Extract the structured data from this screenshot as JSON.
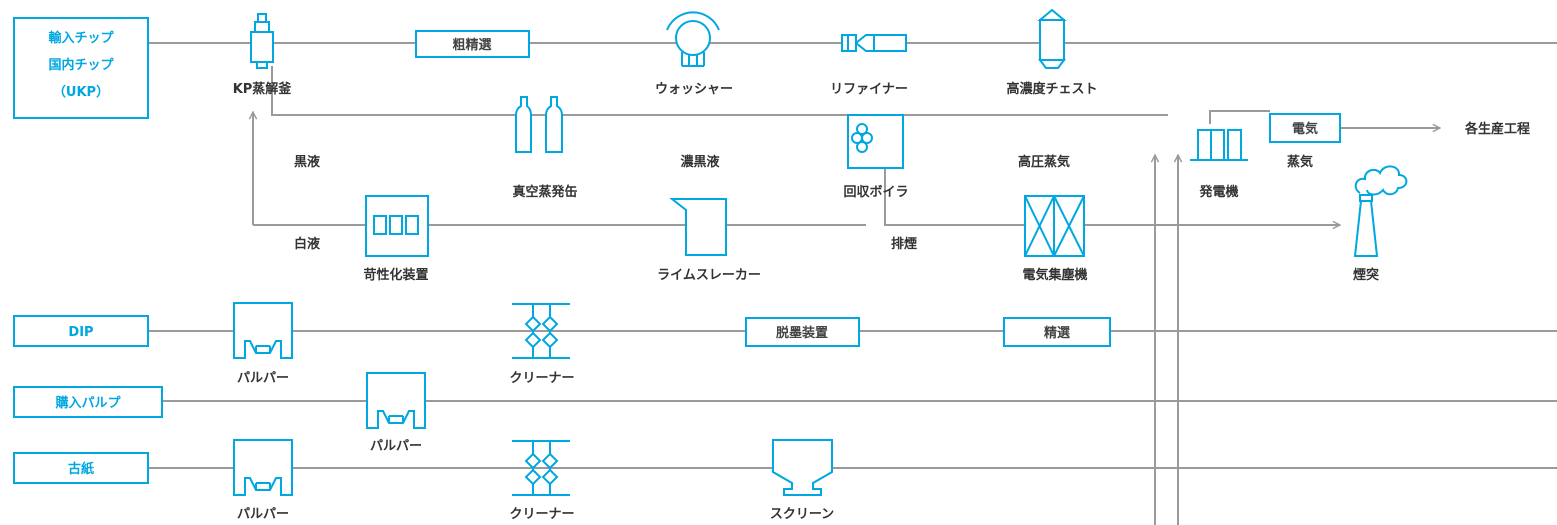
{
  "sources": {
    "kp_line1": "輸入チップ",
    "kp_line2": "国内チップ",
    "kp_line3": "（UKP）",
    "dip": "DIP",
    "purchased_pulp": "購入パルプ",
    "waste_paper": "古紙"
  },
  "equipment": {
    "kp_digester": "KP蒸解釜",
    "coarse_screening": "粗精選",
    "washer": "ウォッシャー",
    "refiner": "リファイナー",
    "hd_chest": "高濃度チェスト",
    "vacuum_evaporator": "真空蒸発缶",
    "recovery_boiler": "回収ボイラ",
    "generator": "発電機",
    "causticizer": "苛性化装置",
    "lime_slaker": "ライムスレーカー",
    "electrostatic_precipitator": "電気集塵機",
    "chimney": "煙突",
    "pulper_dip": "パルパー",
    "cleaner_dip": "クリーナー",
    "deinking": "脱墨装置",
    "screening_dip": "精選",
    "pulper_purchased": "パルパー",
    "pulper_waste": "パルパー",
    "cleaner_waste": "クリーナー",
    "screen_waste": "スクリーン"
  },
  "flows": {
    "black_liquor": "黒液",
    "concentrated_black_liquor": "濃黒液",
    "high_pressure_steam": "高圧蒸気",
    "white_liquor": "白液",
    "flue_gas": "排煙",
    "electricity": "電気",
    "steam": "蒸気",
    "to_production": "各生産工程"
  },
  "colors": {
    "accent": "#00a7e1",
    "line": "#9a9a9a",
    "text": "#333333"
  }
}
